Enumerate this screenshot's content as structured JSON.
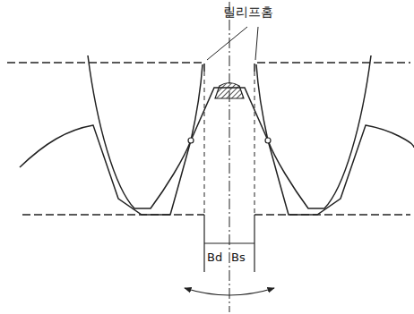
{
  "diagram": {
    "labels": [
      "릴리프홈",
      "Bd",
      "Bs"
    ]
  }
}
